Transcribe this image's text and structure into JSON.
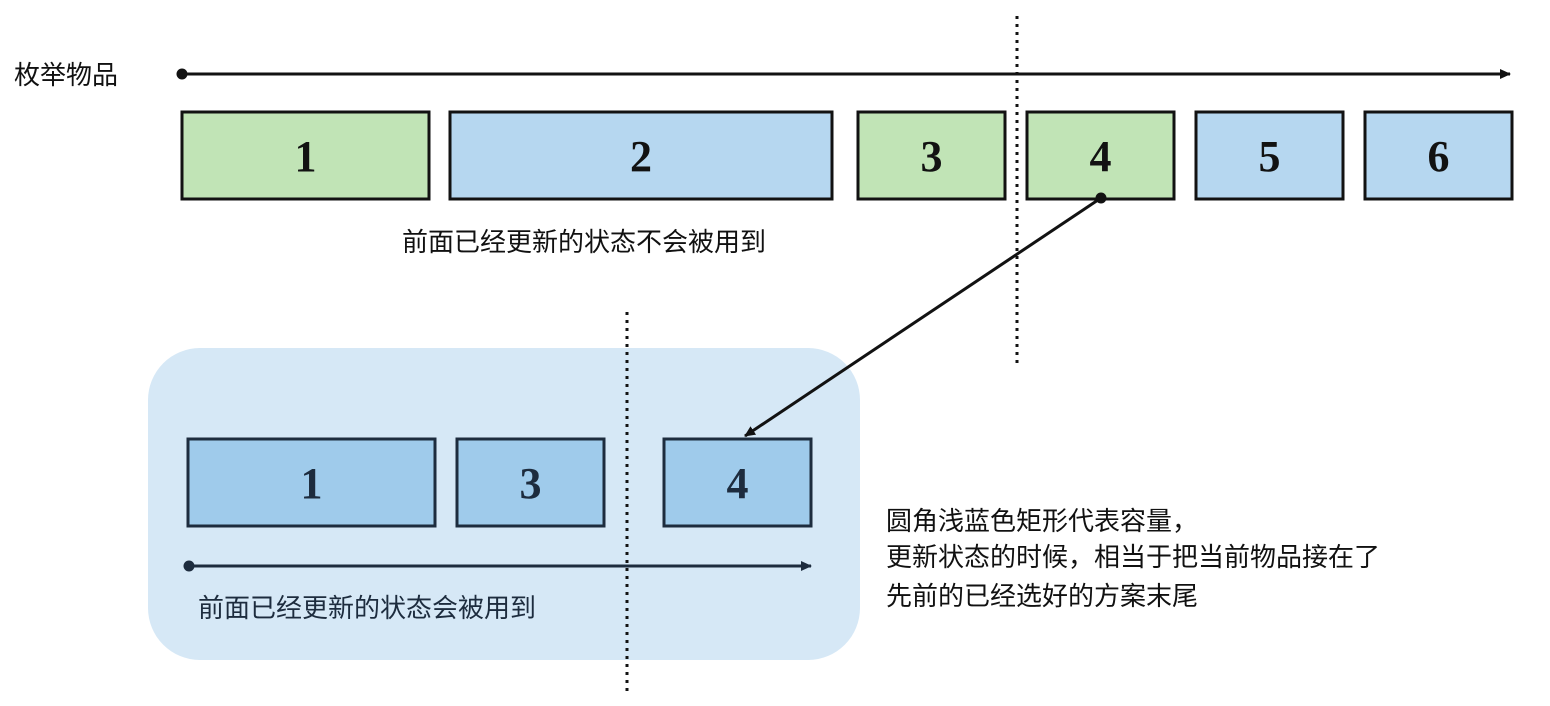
{
  "axis_label": "枚举物品",
  "colors": {
    "green_fill": "#c1e4b6",
    "blue_fill": "#b6d7f0",
    "container_fill": "#d6e8f6",
    "inner_box_fill": "#9fcbeb",
    "stroke": "#121212",
    "inner_stroke": "#1d2c3e"
  },
  "top_items": [
    {
      "label": "1",
      "color": "green"
    },
    {
      "label": "2",
      "color": "blue"
    },
    {
      "label": "3",
      "color": "green"
    },
    {
      "label": "4",
      "color": "green"
    },
    {
      "label": "5",
      "color": "blue"
    },
    {
      "label": "6",
      "color": "blue"
    }
  ],
  "top_note": "前面已经更新的状态不会被用到",
  "capacity_items": [
    {
      "label": "1"
    },
    {
      "label": "3"
    },
    {
      "label": "4"
    }
  ],
  "capacity_note": "前面已经更新的状态会被用到",
  "explanation": [
    "圆角浅蓝色矩形代表容量，",
    "更新状态的时候，相当于把当前物品接在了",
    "先前的已经选好的方案末尾"
  ]
}
